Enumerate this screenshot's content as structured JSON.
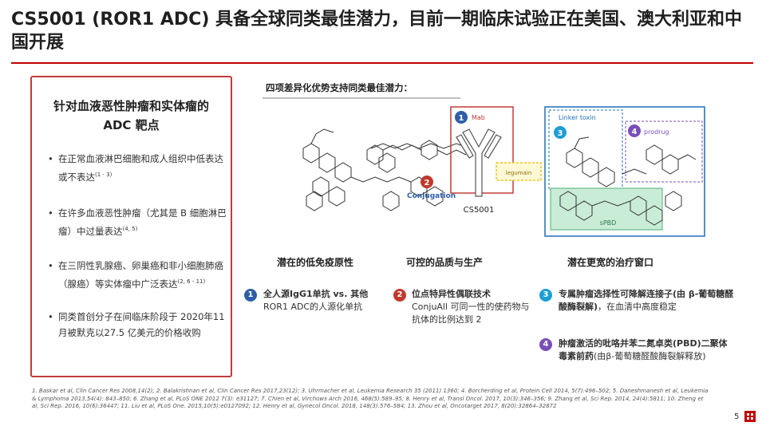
{
  "title": "CS5001 (ROR1 ADC) 具备全球同类最佳潜力，目前一期临床试验正在美国、澳大利亚和中国开展",
  "left_panel": {
    "heading": "针对血液恶性肿瘤和实体瘤的 ADC 靶点",
    "bullets": [
      {
        "text": "在正常血液淋巴细胞和成人组织中低表达或不表达",
        "ref": "(1 - 3)"
      },
      {
        "text": "在许多血液恶性肿瘤（尤其是 B 细胞淋巴瘤）中过量表达",
        "ref": "(4, 5)"
      },
      {
        "text": "在三阴性乳腺癌、卵巢癌和非小细胞肺癌（腺癌）等实体瘤中广泛表达",
        "ref": "(2, 6 - 11)"
      },
      {
        "text": "同类首创分子在间临床阶段于 2020年11月被默克以27.5 亿美元的价格收购",
        "ref": ""
      }
    ]
  },
  "right_heading": "四项差异化优势支持同类最佳潜力：",
  "diagram": {
    "mab_label": "Mab",
    "conjugation_label": "Conjugation",
    "linker_label": "Linker toxin",
    "prodrug_label": "prodrug",
    "legumain_label": "legumain",
    "cs_label": "CS5001",
    "pbd_label": "sPBD",
    "badges": [
      "1",
      "2",
      "3",
      "4"
    ]
  },
  "columns": [
    {
      "title": "潜在的低免疫原性"
    },
    {
      "title": "可控的品质与生产"
    },
    {
      "title": "潜在更宽的治疗窗口"
    }
  ],
  "features": [
    {
      "num": "1",
      "bold": "全人源IgG1单抗 vs. 其他",
      "text": "ROR1 ADC的人源化单抗"
    },
    {
      "num": "2",
      "bold": "位点特异性偶联技术",
      "text": "ConjuAll 可同一性的使药物与抗体的比例达到 2"
    },
    {
      "num": "3",
      "bold": "专属肿瘤选择性可降解连接子(由 β-葡萄糖醛酸酶裂解)",
      "text": "，在血清中高度稳定"
    },
    {
      "num": "4",
      "bold": "肿瘤激活的吡咯并苯二氮卓类(PBD)二聚体毒素前药",
      "text": "(由β-葡萄糖醛酸酶裂解释放)"
    }
  ],
  "colors": {
    "accent_red": "#c00000",
    "badge_blue": "#2e5ea8",
    "badge_red": "#c0392b",
    "badge_cyan": "#1e9ed6",
    "badge_purple": "#7b4fb8",
    "pbd_green": "#7fd3a0",
    "legumain_yellow": "#f0c419"
  },
  "references": "1. Baskar et al, Clin Cancer Res 2008,14(2); 2. Balakrishnan et al, Clin Cancer Res 2017,23(12); 3. Uhrmacher et al, Leukemia Research 35 (2011) 1360; 4. Borcherding et al, Protein Cell 2014, 5(7):496–502; 5. Daneshmanesh et al, Leukemia & Lymphoma 2013,54(4): 843–850; 6. Zhang et al, PLoS ONE 2012 7(3): e31127; 7. Chien et al, Virchows Arch 2016, 468(5):589–95; 8. Henry et al, Transl Oncol. 2017, 10(3):346–356; 9. Zhang et al, Sci Rep. 2014, 24(4):5811; 10. Zheng et al, Sci Rep. 2016, 10(6):36447; 11. Liu et al, PLoS One. 2015,10(5):e0127092; 12. Henry et al, Gynecol Oncol. 2018, 148(3):576–584; 13. Zhou et al, Oncotarget 2017, 8(20):32864–32872",
  "page_number": "5"
}
